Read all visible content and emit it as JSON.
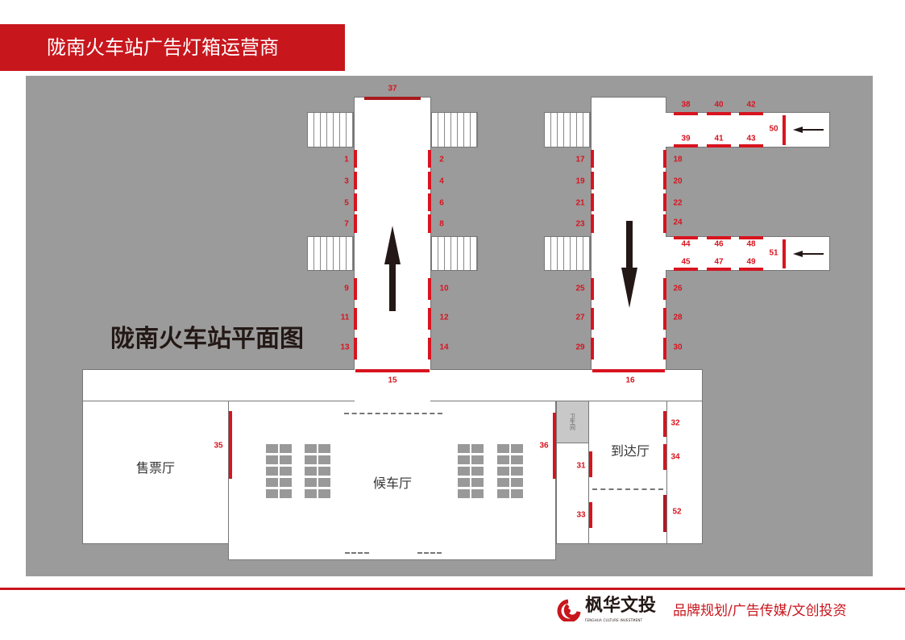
{
  "header": {
    "title": "陇南火车站广告灯箱运营商"
  },
  "map": {
    "title": "陇南火车站平面图",
    "rooms": {
      "ticket": "售票厅",
      "waiting": "候车厅",
      "arrival": "到达厅",
      "toilet": "卫生间"
    },
    "panels": [
      "1",
      "2",
      "3",
      "4",
      "5",
      "6",
      "7",
      "8",
      "9",
      "10",
      "11",
      "12",
      "13",
      "14",
      "15",
      "16",
      "17",
      "18",
      "19",
      "20",
      "21",
      "22",
      "23",
      "24",
      "25",
      "26",
      "27",
      "28",
      "29",
      "30",
      "31",
      "32",
      "33",
      "34",
      "35",
      "36",
      "37",
      "38",
      "39",
      "40",
      "41",
      "42",
      "43",
      "44",
      "45",
      "46",
      "47",
      "48",
      "49",
      "50",
      "51",
      "52"
    ],
    "panel_color": "#d7141f"
  },
  "footer": {
    "brand": "枫华文投",
    "brand_en": "FENGHUA CULTURE INVESTMENT",
    "slogan": "品牌规划/广告传媒/文创投资",
    "accent": "#c8161d"
  }
}
